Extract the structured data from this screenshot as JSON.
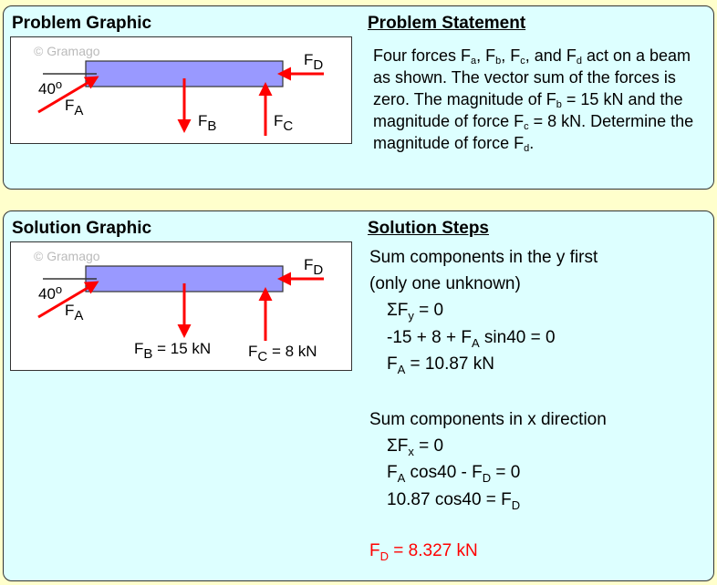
{
  "problem": {
    "graphic_title": "Problem Graphic",
    "statement_title": "Problem Statement",
    "statement": "Four forces Fₐ, F_b, F_c, and F_d act on a beam as shown. The vector sum of the forces is zero. The magnitude of F_b = 15 kN and the magnitude of force F_c = 8 kN. Determine the magnitude of force F_d.",
    "statement_html_parts": [
      "Four forces F",
      "a",
      ", F",
      "b",
      ", F",
      "c",
      ", and F",
      "d",
      " act on a beam as shown. The vector sum of the forces is zero. The magnitude of F",
      "b",
      " = 15 kN and the magnitude of force F",
      "c",
      " = 8 kN. Determine the magnitude of force F",
      "d",
      "."
    ]
  },
  "graphic": {
    "watermark": "© Gramago",
    "angle": "40",
    "angle_sup": "o",
    "F": "F",
    "A": "A",
    "B": "B",
    "C": "C",
    "D": "D",
    "fb_value": " = 15 kN",
    "fc_value": " = 8 kN"
  },
  "solution": {
    "graphic_title": "Solution Graphic",
    "steps_title": "Solution Steps",
    "line1": "Sum components in the y first",
    "line2": "(only one unknown)",
    "sumfy_a": "ΣF",
    "sumfy_sub": "y",
    "sumfy_b": " = 0",
    "eq1_a": "-15 + 8 + F",
    "eq1_sub": "A",
    "eq1_b": " sin40 = 0",
    "fa_a": "F",
    "fa_sub": "A",
    "fa_b": " = 10.87 kN",
    "line3": "Sum components in x direction",
    "sumfx_a": "ΣF",
    "sumfx_sub": "x",
    "sumfx_b": " = 0",
    "eq2_a": "F",
    "eq2_sub": "A",
    "eq2_b": " cos40 - F",
    "eq2_sub2": "D",
    "eq2_c": " = 0",
    "eq3_a": "10.87 cos40 = F",
    "eq3_sub": "D",
    "ans_a": "F",
    "ans_sub": "D",
    "ans_b": " = 8.327 kN"
  },
  "colors": {
    "beam": "#9999ff",
    "force": "#ff0000",
    "answer": "#ff0000"
  }
}
